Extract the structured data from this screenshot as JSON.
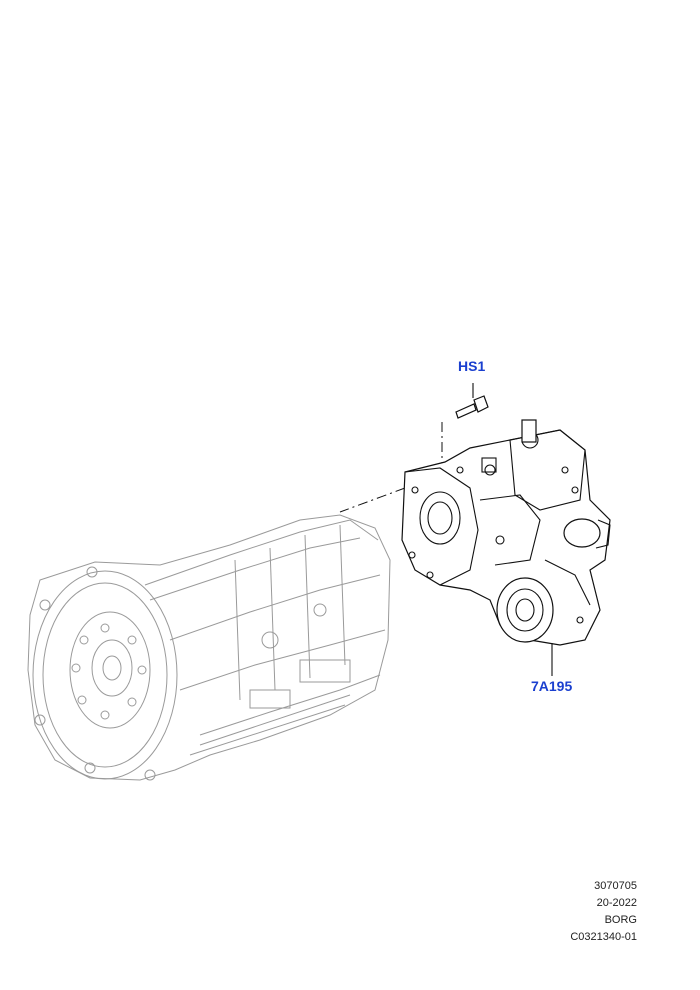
{
  "callouts": {
    "bolt": "HS1",
    "transfer_case": "7A195"
  },
  "meta": {
    "line1": "3070705",
    "line2": "20-2022",
    "line3": "BORG",
    "line4": "C0321340-01"
  }
}
